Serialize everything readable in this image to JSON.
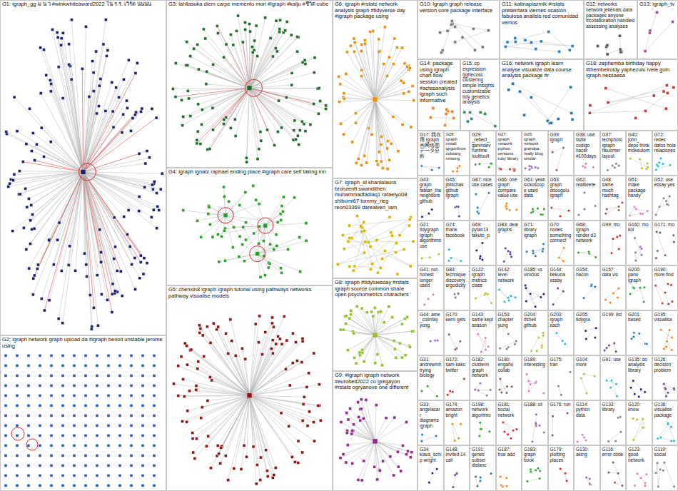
{
  "diagram": {
    "nodes": [
      {
        "text": [
          "G1: igraph_gg ม น ว #winkwhiteaward2022 ใน ร.ร. เวิร์ด นนนน"
        ]
      },
      {
        "text": [
          "G2: igraph network graph upload da #igraph benoit unstable jerome using"
        ]
      },
      {
        "text": [
          "G3: lahilasuka diem carpe memento mori #igraph #kaiju #ชีวิต cube"
        ]
      },
      {
        "text": [
          "G4: igraph ignatz raphael ending place #igraph care self taking inn"
        ]
      },
      {
        "text": [
          "G5: chenxin8 igraph igraph tutorial using pathways networks pathway visualise models"
        ]
      },
      {
        "text": [
          "G6: igraph #rstats network analysis graph #tidyverse day #igraph package using"
        ]
      },
      {
        "text": [
          "G7: igraph_id khanlalaura bronzenft swandithen muhammadfadiaq1 rafaelyo08 shibumi67 tommy_rieg reon03369 darealven_iam"
        ]
      },
      {
        "text": [
          "G8: igraph #tidytuesday #rstats igraph source common share open psychometrics characters"
        ]
      },
      {
        "text": [
          "G9: #igraph igraph network #eurobeit2022 co gregayon #rstats ogryanove one different"
        ]
      },
      {
        "text": [
          "G10: igraph graph release version core package interface"
        ]
      },
      {
        "text": [
          "G11: katinaplazmik #rstats presentará viernes ocasión fabulosa análisis red comunidad vemos"
        ]
      },
      {
        "text": [
          "G12: networks network jellenals data packages anyone #collaboration handled assessing analyses"
        ]
      },
      {
        "text": [
          "G13: igraph_tv"
        ]
      },
      {
        "text": [
          "G14: package using igraph chart flow session created #actesanalysis igraph such informative"
        ]
      },
      {
        "text": [
          "G15: cp expression gghecosc clustering simple insights customizable tidy genetics analysis"
        ]
      },
      {
        "text": [
          "G16: network igraph learn analyse visualize data course analysis package #r"
        ]
      },
      {
        "text": [
          "G18: zephemba birthday happy #thembelroidy yaphezulu ivele goln igraph nessaesa"
        ]
      },
      {
        "text": [
          "G17: 我在用 igraph 画网络图 データ分析"
        ]
      },
      {
        "text": [
          "G28: igraph install igrgonlinos zolotarg missing"
        ]
      },
      {
        "text": [
          "G29: _reflect_ ganindev runtime louittoult"
        ]
      },
      {
        "text": [
          "G27: igraph network python versions ruby library"
        ]
      },
      {
        "text": [
          "G26: igraph network grandpa really blog similar"
        ]
      },
      {
        "text": [
          "G39: igraph"
        ]
      },
      {
        "text": [
          "G38: use fazla codigo hacer #100days"
        ]
      },
      {
        "text": [
          "G37: techphoto igraph heuomer layout"
        ]
      },
      {
        "text": [
          "G40: john_ depo think mokeutom"
        ]
      },
      {
        "text": [
          "G72: redes datos hola relaciones"
        ]
      },
      {
        "text": [
          "G43: graph fabian_the neighbors github"
        ]
      },
      {
        "text": [
          "G45: jbilschak github igraph"
        ]
      },
      {
        "text": [
          "G87: nice use cases"
        ]
      },
      {
        "text": [
          "G66: one graph compare value use"
        ]
      },
      {
        "text": [
          "G61: yeah sickoscope used data"
        ]
      },
      {
        "text": [
          "G53: graph ddoogolu igraph"
        ]
      },
      {
        "text": [
          "G62: realbeefe"
        ]
      },
      {
        "text": [
          "G48: same much hashtag"
        ]
      },
      {
        "text": [
          "G51: make package handy"
        ]
      },
      {
        "text": [
          "G52: use essay yes"
        ]
      },
      {
        "text": [
          "G21: tidygraph igraph algorithms use"
        ]
      },
      {
        "text": [
          "G74: thank facebook"
        ]
      },
      {
        "text": [
          "G69: pytan13 takuto_p"
        ]
      },
      {
        "text": [
          "G83: deal graphs"
        ]
      },
      {
        "text": [
          "G71: library igraph"
        ]
      },
      {
        "text": [
          "G70: nodes something connect"
        ]
      },
      {
        "text": [
          "G68: igraph render d3 network"
        ]
      },
      {
        "text": [
          "G99: mo"
        ]
      },
      {
        "text": [
          "G160: mo kol"
        ]
      },
      {
        "text": [
          "G171: mo"
        ]
      },
      {
        "text": [
          "G41: not honest longer used"
        ]
      },
      {
        "text": [
          "G84: technique discovery ergodicity"
        ]
      },
      {
        "text": [
          "G122: igraph metrics class"
        ]
      },
      {
        "text": [
          "G142: level network"
        ]
      },
      {
        "text": [
          "G185: vs vinicius"
        ]
      },
      {
        "text": [
          "G144: bekuna essay"
        ]
      },
      {
        "text": [
          "G154: hacon"
        ]
      },
      {
        "text": [
          "G157: data vis"
        ]
      },
      {
        "text": [
          "G200: pano igraph"
        ]
      },
      {
        "text": [
          "G190: more find"
        ]
      },
      {
        "text": [
          "G44: ame _colinfay yung"
        ]
      },
      {
        "text": [
          "G170: kemi gets"
        ]
      },
      {
        "text": [
          "G143: same kept season"
        ]
      },
      {
        "text": [
          "G153: chapter yung"
        ]
      },
      {
        "text": [
          "G204: #shell github"
        ]
      },
      {
        "text": [
          "G203: igraph each"
        ]
      },
      {
        "text": [
          "G205: tidygra"
        ]
      },
      {
        "text": [
          "G199: list"
        ]
      },
      {
        "text": [
          "G201: based"
        ]
      },
      {
        "text": [
          "G195: visualisa"
        ]
      },
      {
        "text": [
          "G31: andrewmh trying biology"
        ]
      },
      {
        "text": [
          "G172: sam kako twitter"
        ]
      },
      {
        "text": [
          "G182: clusterin graph network"
        ]
      },
      {
        "text": [
          "G180: engaño collab"
        ]
      },
      {
        "text": [
          "G189: interesting"
        ]
      },
      {
        "text": [
          "G175: tran"
        ]
      },
      {
        "text": [
          "G104: more"
        ]
      },
      {
        "text": [
          "G91: use"
        ]
      },
      {
        "text": [
          "G135: do analysis library"
        ]
      },
      {
        "text": [
          "G126: decision problem"
        ]
      },
      {
        "text": [
          "G33: angelacarr diagrams igraph"
        ]
      },
      {
        "text": [
          "G174: amazon bright"
        ]
      },
      {
        "text": [
          "G198: network algoritmo"
        ]
      },
      {
        "text": [
          "G181: social network"
        ]
      },
      {
        "text": [
          "G188: oli"
        ]
      },
      {
        "text": [
          "G176: run"
        ]
      },
      {
        "text": [
          "G114: python data"
        ]
      },
      {
        "text": [
          "G133: library"
        ]
      },
      {
        "text": [
          "G120: know"
        ]
      },
      {
        "text": [
          "G136: visualise package"
        ]
      },
      {
        "text": [
          "G34: klaus_schip wright"
        ]
      },
      {
        "text": [
          "G148: invited 14 call"
        ]
      },
      {
        "text": [
          "G191: genes subset distanc"
        ]
      },
      {
        "text": [
          "G187: true add"
        ]
      },
      {
        "text": [
          "G183: graph book"
        ]
      },
      {
        "text": [
          "G179: plotting places"
        ]
      },
      {
        "text": [
          "G130: aking"
        ]
      },
      {
        "text": [
          "G116: error code"
        ]
      },
      {
        "text": [
          "G123: good network"
        ]
      },
      {
        "text": [
          "G119: social"
        ]
      }
    ]
  }
}
